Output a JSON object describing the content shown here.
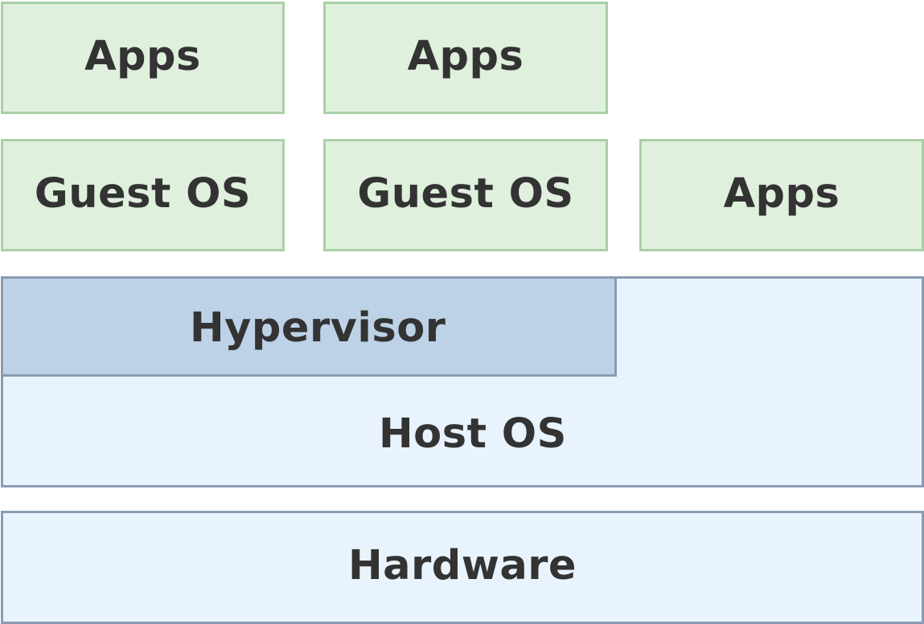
{
  "diagram": {
    "vm1": {
      "apps_label": "Apps",
      "guest_os_label": "Guest OS"
    },
    "vm2": {
      "apps_label": "Apps",
      "guest_os_label": "Guest OS"
    },
    "host_apps_label": "Apps",
    "hypervisor_label": "Hypervisor",
    "host_os_label": "Host OS",
    "hardware_label": "Hardware"
  },
  "colors": {
    "guest_fill": "#dff0dd",
    "guest_border": "#a9cfa6",
    "host_fill": "#e8f3fd",
    "hypervisor_fill": "#bdd2e7",
    "host_border": "#8a9bb3",
    "text": "#333333"
  }
}
